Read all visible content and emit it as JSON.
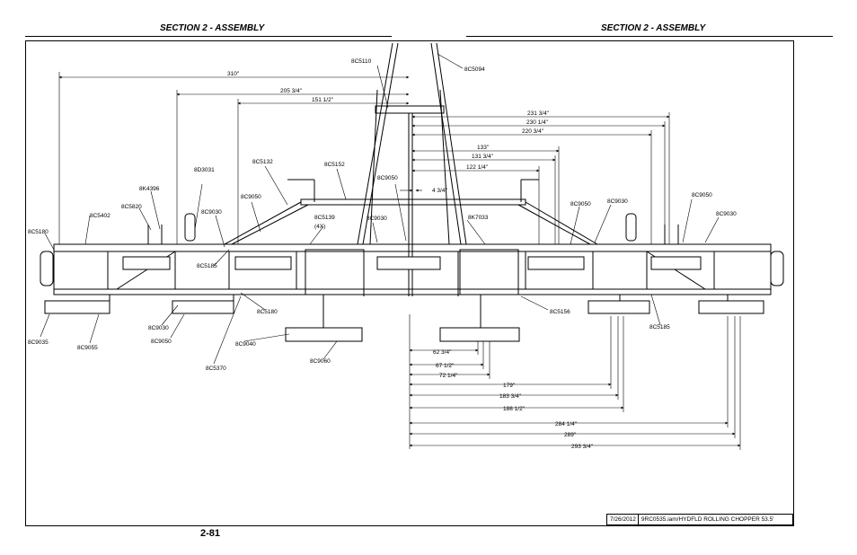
{
  "header": {
    "left_title": "SECTION 2 - ASSEMBLY",
    "right_title": "SECTION 2 - ASSEMBLY"
  },
  "footer": {
    "page_number": "2-81",
    "date": "7/26/2012",
    "file": "9RC0535.iam/HYDFLD ROLLING CHOPPER 53.5'"
  },
  "part_labels": {
    "p_8C5110": "8C5110",
    "p_8C5094": "8C5094",
    "p_8D3031": "8D3031",
    "p_8C5132": "8C5132",
    "p_8C5152": "8C5152",
    "p_8K4396": "8K4396",
    "p_8C9050_a": "8C9050",
    "p_8C9050_b": "8C9050",
    "p_8C9050_c": "8C9050",
    "p_8C9050_d": "8C9050",
    "p_8C9050_e": "8C9050",
    "p_8C5820": "8C5820",
    "p_8C9030_a": "8C9030",
    "p_8C9030_b": "8C9030",
    "p_8C9030_c": "8C9030",
    "p_8C9030_d": "8C9030",
    "p_8C9030_e": "8C9030",
    "p_8C5402": "8C5402",
    "p_8C5139": "8C5139",
    "p_4x": "(4X)",
    "p_8K7033": "8K7033",
    "p_8C5180_a": "8C5180",
    "p_8C5180_b": "8C5180",
    "p_8C5185_a": "8C5185",
    "p_8C5185_b": "8C5185",
    "p_8C5156": "8C5156",
    "p_8C9035": "8C9035",
    "p_8C9055": "8C9055",
    "p_8C9040": "8C9040",
    "p_8C5370": "8C5370",
    "p_8C9060": "8C9060"
  },
  "dimensions": {
    "d_310": "310\"",
    "d_205_75": "205 3/4\"",
    "d_151_5": "151 1/2\"",
    "d_231_75": "231 3/4\"",
    "d_230_25": "230 1/4\"",
    "d_220_75": "220 3/4\"",
    "d_133": "133\"",
    "d_131_75": "131 3/4\"",
    "d_122_25": "122 1/4\"",
    "d_4_75": "4 3/4\"",
    "d_62_75": "62 3/4\"",
    "d_67_5": "67 1/2\"",
    "d_72_25": "72 1/4\"",
    "d_179": "179\"",
    "d_183_75": "183 3/4\"",
    "d_188_5": "188 1/2\"",
    "d_284_25": "284 1/4\"",
    "d_289": "289\"",
    "d_293_75": "293 3/4\""
  }
}
